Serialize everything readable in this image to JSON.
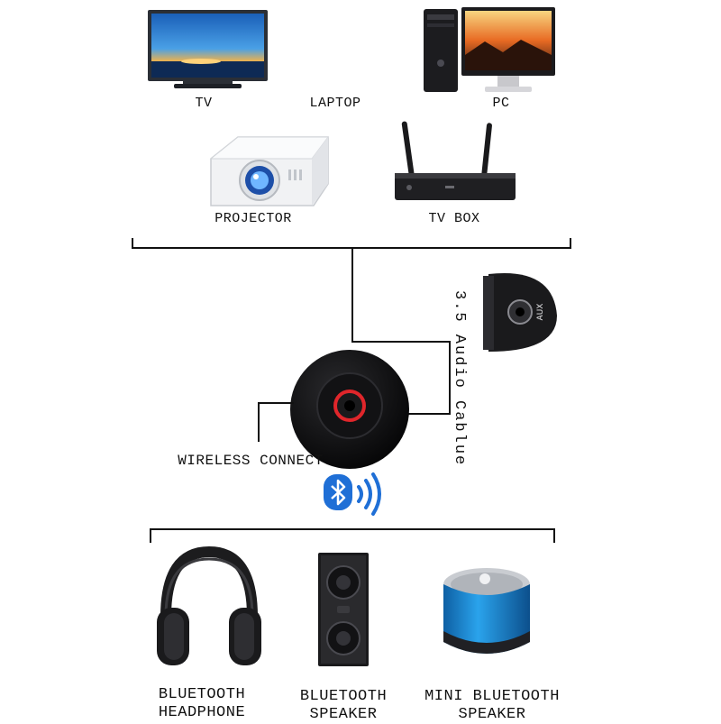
{
  "top_devices": {
    "tv": "TV",
    "laptop": "LAPTOP",
    "pc": "PC",
    "projector": "PROJECTOR",
    "tv_box": "TV BOX"
  },
  "connection": {
    "aux_label": "AUX",
    "cable_label": "3.5 Audio Cablue",
    "wireless_label": "WIRELESS CONNECT"
  },
  "bottom_devices": {
    "headphone_line1": "BLUETOOTH",
    "headphone_line2": "HEADPHONE",
    "speaker_line1": "BLUETOOTH",
    "speaker_line2": "SPEAKER",
    "mini_line1": "MINI BLUETOOTH",
    "mini_line2": "SPEAKER"
  },
  "icons": [
    "tv-icon",
    "pc-icon",
    "projector-icon",
    "tv-box-icon",
    "aux-port-icon",
    "bluetooth-receiver-icon",
    "bluetooth-icon",
    "wireless-waves-icon",
    "headphone-icon",
    "speaker-icon",
    "mini-speaker-icon"
  ],
  "colors": {
    "accent_blue": "#1f6fd6",
    "receiver_red": "#e0262b",
    "mini_speaker_blue": "#1e8ed8"
  }
}
